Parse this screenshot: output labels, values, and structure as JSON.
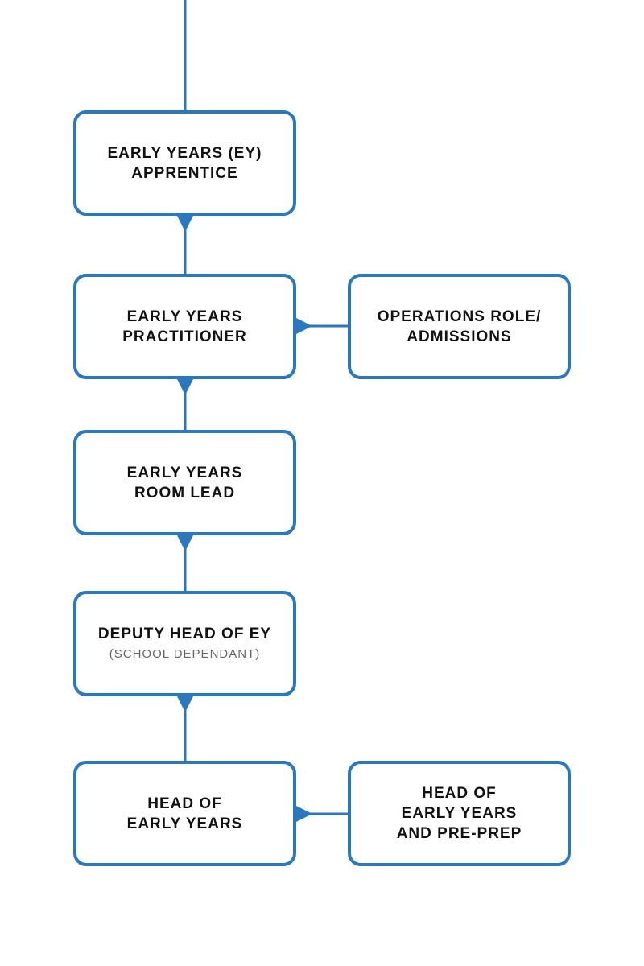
{
  "colors": {
    "accent": "#2b78bf",
    "text": "#111111",
    "subtext": "#666666",
    "background": "#ffffff"
  },
  "nodes": {
    "apprentice": {
      "label": "EARLY YEARS (EY)\nAPPRENTICE"
    },
    "practitioner": {
      "label": "EARLY YEARS\nPRACTITIONER"
    },
    "operations": {
      "label": "OPERATIONS ROLE/\nADMISSIONS"
    },
    "room_lead": {
      "label": "EARLY YEARS\nROOM LEAD"
    },
    "deputy_head": {
      "label": "DEPUTY HEAD OF EY",
      "sublabel": "(SCHOOL DEPENDANT)"
    },
    "head": {
      "label": "HEAD OF\nEARLY YEARS"
    },
    "head_pre_prep": {
      "label": "HEAD OF\nEARLY YEARS\nAND PRE-PREP"
    }
  },
  "edges": [
    {
      "from": "top-edge",
      "to": "apprentice"
    },
    {
      "from": "apprentice",
      "to": "practitioner"
    },
    {
      "from": "practitioner",
      "to": "operations"
    },
    {
      "from": "practitioner",
      "to": "room_lead"
    },
    {
      "from": "room_lead",
      "to": "deputy_head"
    },
    {
      "from": "deputy_head",
      "to": "head"
    },
    {
      "from": "head",
      "to": "head_pre_prep"
    }
  ]
}
